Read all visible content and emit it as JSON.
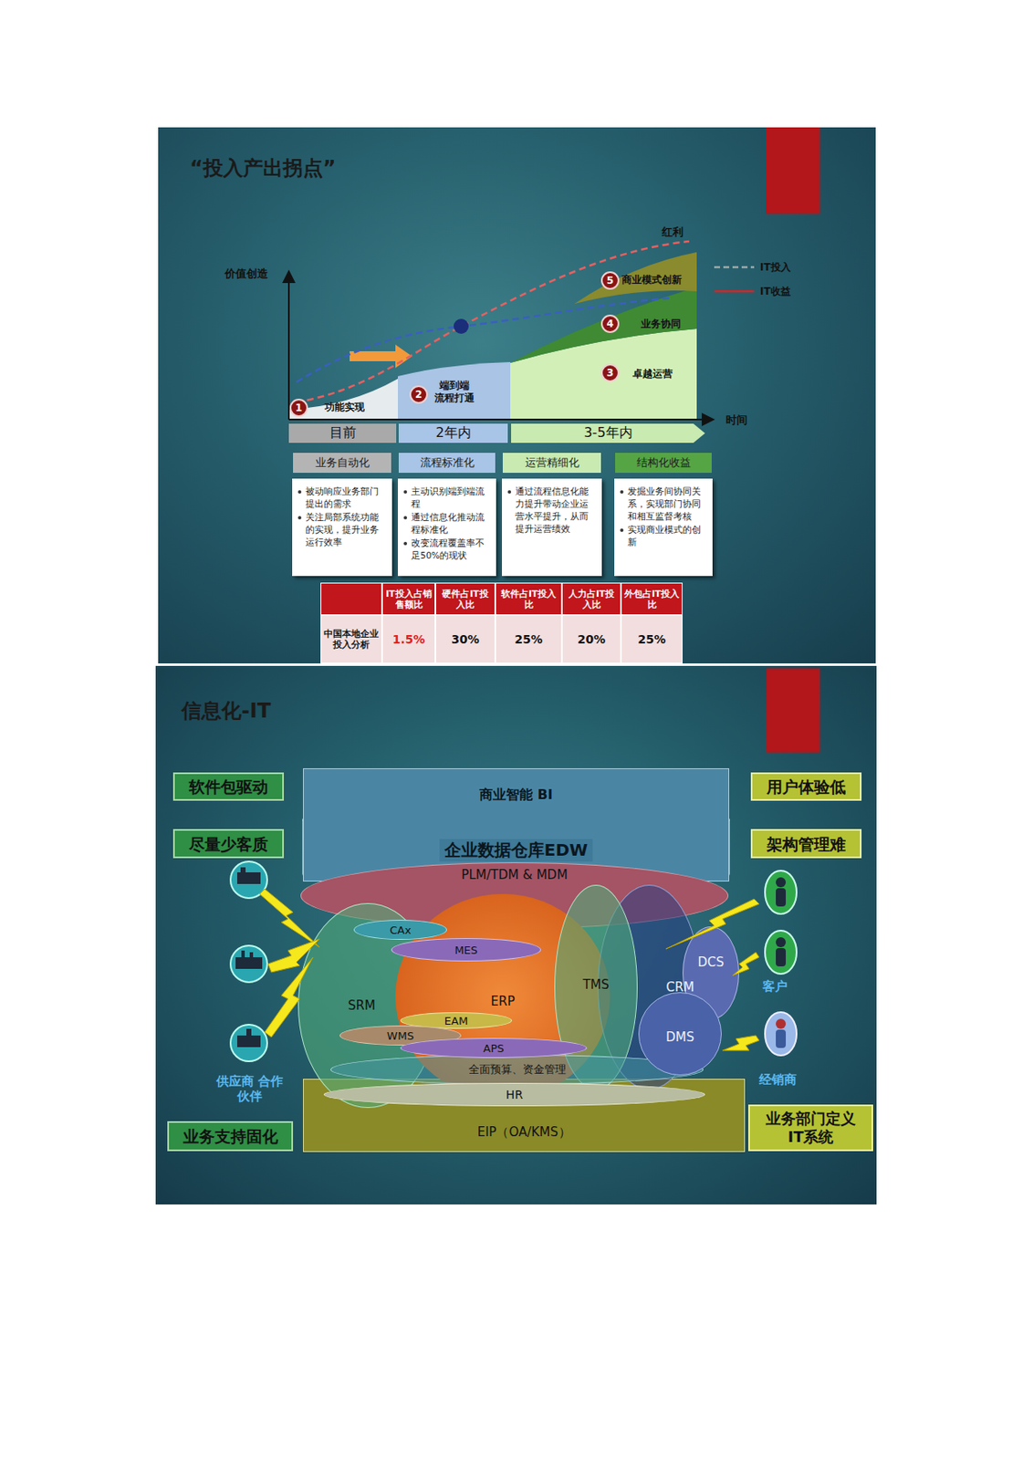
{
  "diagram": {
    "title": "“投入产出拐点”",
    "nodes": [
      {
        "text": [
          "目前"
        ]
      },
      {
        "text": [
          "2年内"
        ]
      },
      {
        "text": [
          "3-5年内"
        ]
      },
      {
        "text": [
          "业务自动化"
        ]
      },
      {
        "text": [
          "流程标准化"
        ]
      },
      {
        "text": [
          "运营精细化"
        ]
      },
      {
        "text": [
          "结构化收益"
        ]
      },
      {
        "text": [
          "被动响应业务部门提出的需求",
          "关注局部系统功能的实现，提升业务运行效率"
        ]
      },
      {
        "text": [
          "主动识别端到端流程",
          "通过信息化推动流程标准化",
          "改变流程覆盖率不足50%的现状"
        ]
      },
      {
        "text": [
          "通过流程信息化能力提升带动企业运营水平提升，从而提升运营绩效"
        ]
      },
      {
        "text": [
          "发掘业务间协同关系，实现部门协同和相互监督考核",
          "实现商业模式的创新"
        ]
      },
      {
        "text": [
          "软件包驱动"
        ]
      },
      {
        "text": [
          "尽量少客质"
        ]
      },
      {
        "text": [
          "商业智能 BI"
        ]
      },
      {
        "text": [
          "企业数据仓库EDW"
        ],
        "in": 13
      },
      {
        "text": [
          "用户体验低"
        ]
      },
      {
        "text": [
          "架构管理难"
        ]
      },
      {
        "text": [
          "PLM/TDM & MDM"
        ]
      },
      {
        "text": [
          "CAx"
        ]
      },
      {
        "text": [
          "MES"
        ]
      },
      {
        "text": [
          "SRM"
        ]
      },
      {
        "text": [
          "ERP"
        ]
      },
      {
        "text": [
          "EAM"
        ]
      },
      {
        "text": [
          "WMS"
        ]
      },
      {
        "text": [
          "APS"
        ]
      },
      {
        "text": [
          "TMS"
        ]
      },
      {
        "text": [
          "CRM"
        ]
      },
      {
        "text": [
          "DCS"
        ]
      },
      {
        "text": [
          "DMS"
        ]
      },
      {
        "text": [
          "全面预算、资金管理"
        ]
      },
      {
        "text": [
          "HR"
        ]
      },
      {
        "text": [
          "EIP（OA/KMS）"
        ]
      },
      {
        "text": [
          "业务支持固化"
        ]
      },
      {
        "text": [
          "业务部门定义 IT系统"
        ]
      }
    ],
    "labels": [
      "价值创造",
      "时间",
      "红利",
      "1",
      "功能实现",
      "2",
      "端到端 流程打通",
      "3",
      "卓越运营",
      "4",
      "业务协同",
      "5",
      "商业模式创新",
      "IT投入占销售额比",
      "硬件占IT投入比",
      "软件占IT投入比",
      "人力占IT投入比",
      "外包占IT投入比",
      "中国本地企业投入分析",
      "1.5%",
      "30%",
      "25%",
      "20%",
      "25%",
      "信息化-IT",
      "供应商 合作伙伴",
      "客户",
      "经销商"
    ],
    "legend": [
      {
        "text": "IT投入"
      },
      {
        "text": "IT收益"
      }
    ]
  }
}
